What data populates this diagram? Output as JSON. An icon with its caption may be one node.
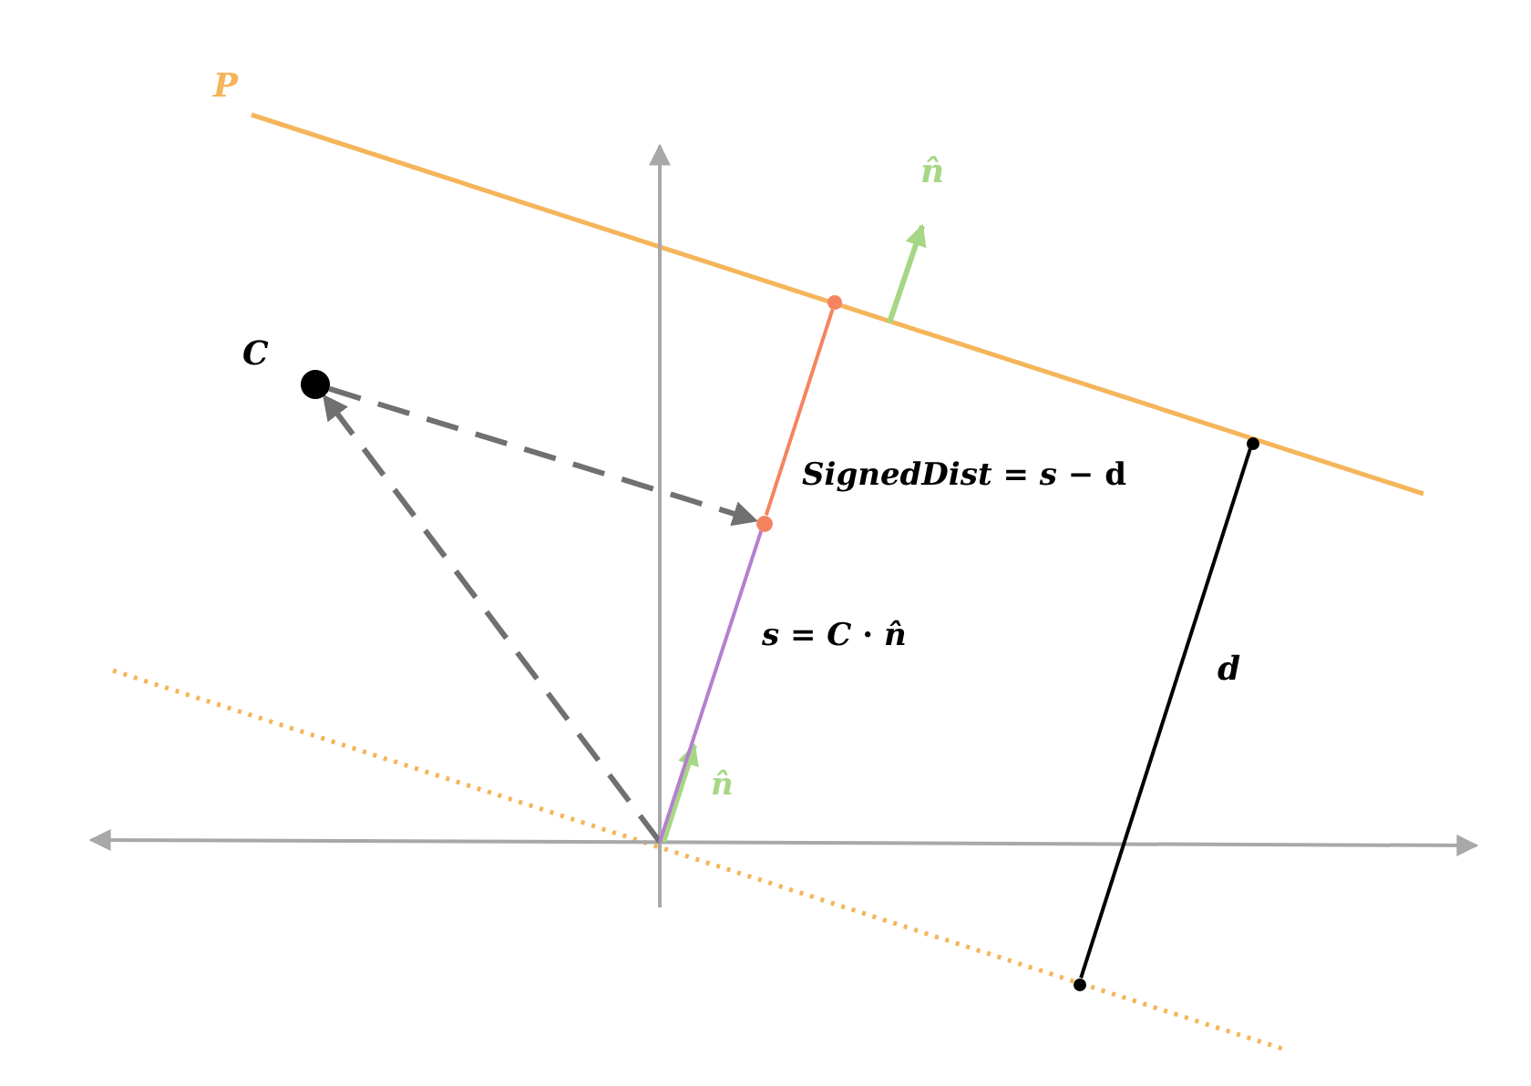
{
  "diagram": {
    "nodes": [
      {
        "text": [],
        "shape": "circle",
        "beside": [
          "C"
        ]
      },
      {
        "text": [],
        "shape": "circle"
      },
      {
        "text": [],
        "shape": "circle"
      },
      {
        "text": [],
        "shape": "circle"
      },
      {
        "text": [],
        "shape": "circle"
      }
    ],
    "edges": [
      {
        "from": null,
        "to": 0,
        "arrow": "to",
        "style": "dashed",
        "color": "#707070"
      },
      {
        "from": 0,
        "to": 1,
        "arrow": "to",
        "style": "dashed",
        "color": "#707070"
      },
      {
        "from": null,
        "to": 1,
        "arrow": "none",
        "color": "#b57fd0"
      },
      {
        "from": 1,
        "to": 2,
        "arrow": "none",
        "color": "#f4845f"
      },
      {
        "from": 3,
        "to": 4,
        "arrow": "none",
        "label": "d",
        "color": "#000000"
      }
    ],
    "labels": [
      "P",
      "n̂",
      "*SignedDist* = *s* − d",
      "*s* = *C* · *n̂*",
      "n̂"
    ]
  }
}
